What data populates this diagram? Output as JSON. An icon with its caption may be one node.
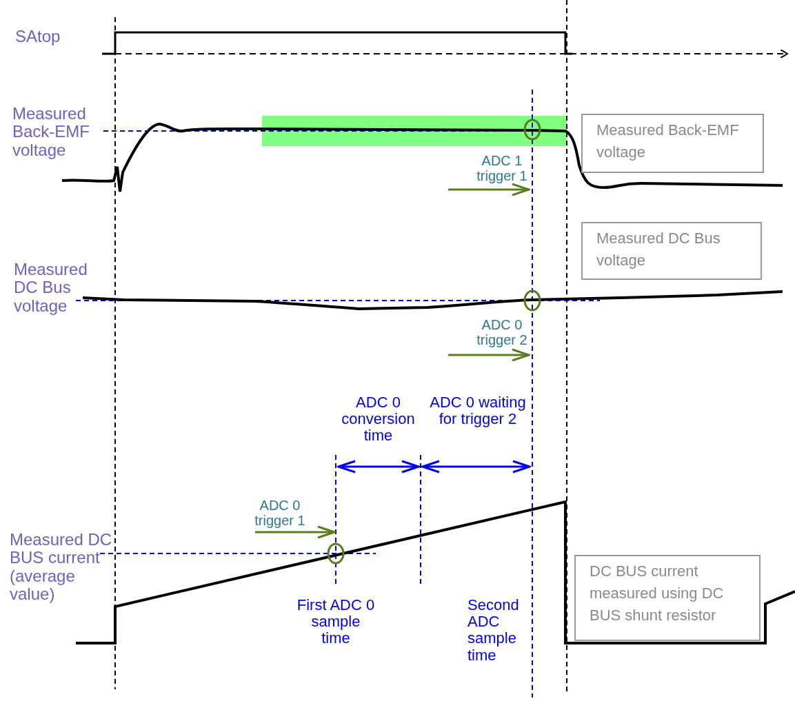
{
  "diagram": {
    "nodes": [
      {
        "text": [
          "Measured Back-EMF voltage"
        ]
      },
      {
        "text": [
          "Measured DC Bus voltage"
        ]
      },
      {
        "text": [
          "DC BUS current measured using DC BUS shunt resistor"
        ]
      }
    ],
    "labels": [
      "SAtop",
      "Measured Back-EMF voltage",
      "ADC 1 trigger 1",
      "Measured DC Bus voltage",
      "ADC 0 trigger 2",
      "ADC 0 conversion time",
      "ADC 0 waiting for trigger 2",
      "ADC 0 trigger 1",
      "Measured DC BUS current (average value)",
      "First ADC 0 sample time",
      "Second ADC sample time"
    ]
  }
}
